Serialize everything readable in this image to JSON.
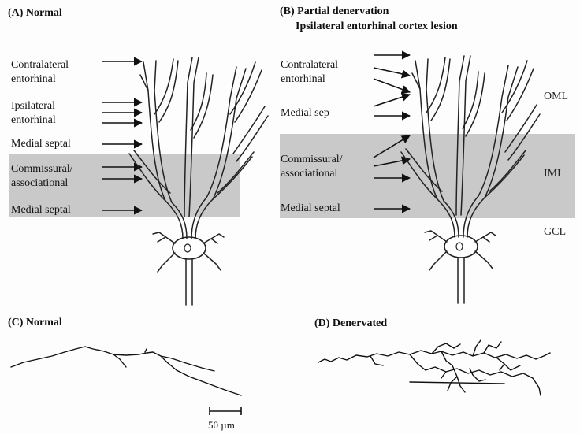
{
  "panels": {
    "a": {
      "title": "(A) Normal",
      "labels": {
        "contralateral_1": "Contralateral",
        "contralateral_2": "entorhinal",
        "ipsilateral_1": "Ipsilateral",
        "ipsilateral_2": "entorhinal",
        "medial_septal_upper": "Medial septal",
        "commissural_1": "Commissural/",
        "commissural_2": "associational",
        "medial_septal_lower": "Medial septal"
      }
    },
    "b": {
      "title_line1": "(B) Partial denervation",
      "title_line2": "Ipsilateral entorhinal cortex lesion",
      "labels": {
        "contralateral_1": "Contralateral",
        "contralateral_2": "entorhinal",
        "medial_septal_upper": "Medial sep",
        "commissural_1": "Commissural/",
        "commissural_2": "associational",
        "medial_septal_lower": "Medial septal"
      }
    },
    "c": {
      "title": "(C) Normal"
    },
    "d": {
      "title": "(D) Denervated"
    }
  },
  "layers": {
    "oml": "OML",
    "iml": "IML",
    "gcl": "GCL"
  },
  "scale_bar": {
    "label": "50 µm"
  },
  "colors": {
    "iml_band": "#c9c9c9",
    "ink": "#111111",
    "background": "#fdfdfd"
  }
}
